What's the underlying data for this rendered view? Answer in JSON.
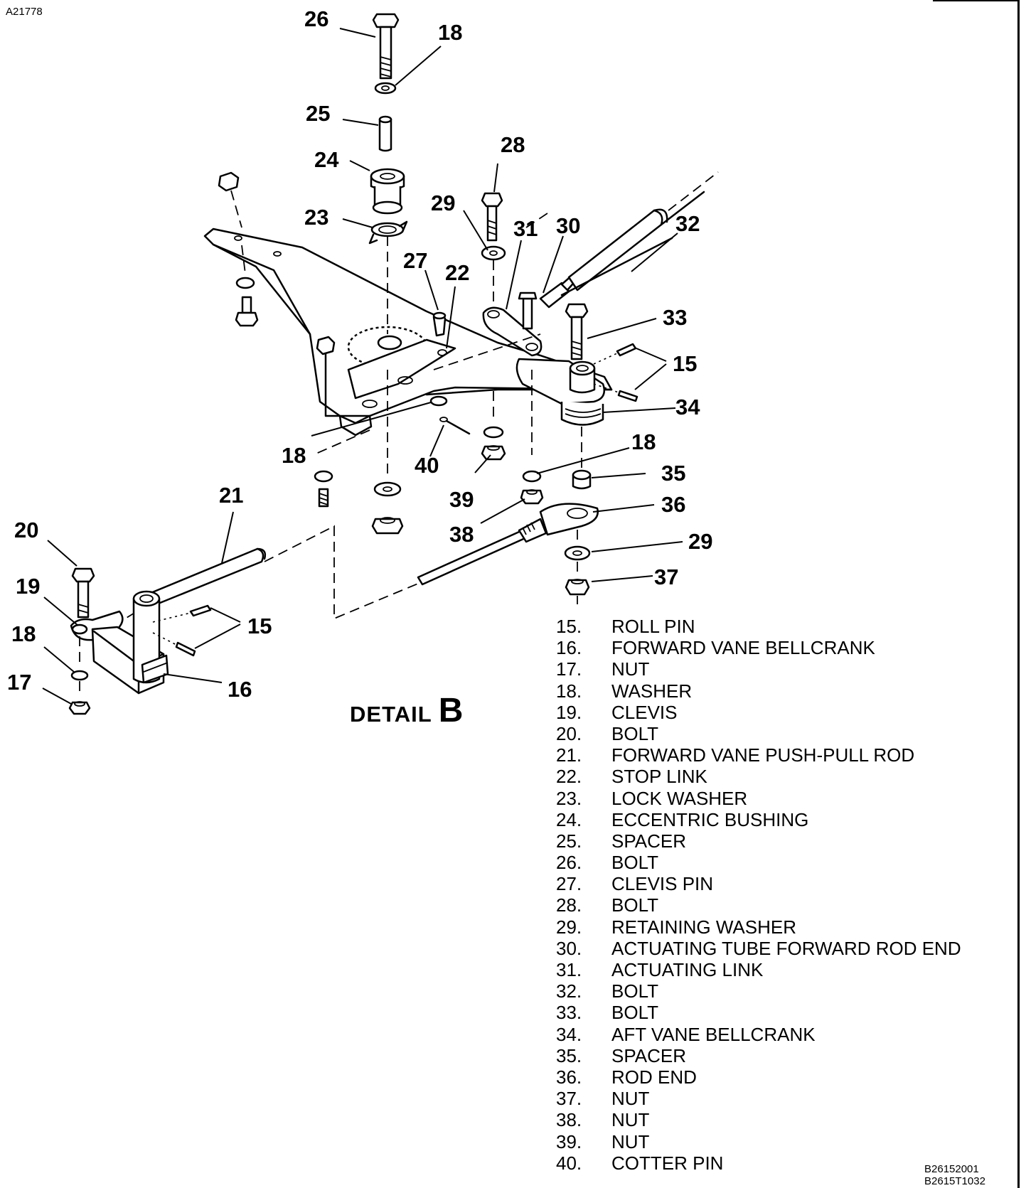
{
  "header": {
    "figure_id": "A21778"
  },
  "footer": {
    "code_1": "B26152001",
    "code_2": "B2615T1032"
  },
  "detail": {
    "word": "DETAIL",
    "letter": "B"
  },
  "callouts": {
    "c26": "26",
    "c18a": "18",
    "c25": "25",
    "c24": "24",
    "c23": "23",
    "c28": "28",
    "c29a": "29",
    "c31": "31",
    "c30": "30",
    "c32": "32",
    "c27": "27",
    "c22": "22",
    "c33": "33",
    "c15a": "15",
    "c34": "34",
    "c18b": "18",
    "c18c": "18",
    "c40": "40",
    "c35": "35",
    "c36": "36",
    "c39": "39",
    "c38": "38",
    "c21": "21",
    "c20": "20",
    "c29b": "29",
    "c37": "37",
    "c19": "19",
    "c15b": "15",
    "c18d": "18",
    "c17": "17",
    "c16": "16"
  },
  "legend": [
    {
      "num": "15.",
      "name": "ROLL PIN"
    },
    {
      "num": "16.",
      "name": "FORWARD VANE BELLCRANK"
    },
    {
      "num": "17.",
      "name": "NUT"
    },
    {
      "num": "18.",
      "name": "WASHER"
    },
    {
      "num": "19.",
      "name": "CLEVIS"
    },
    {
      "num": "20.",
      "name": "BOLT"
    },
    {
      "num": "21.",
      "name": "FORWARD VANE PUSH-PULL ROD"
    },
    {
      "num": "22.",
      "name": "STOP LINK"
    },
    {
      "num": "23.",
      "name": "LOCK WASHER"
    },
    {
      "num": "24.",
      "name": "ECCENTRIC BUSHING"
    },
    {
      "num": "25.",
      "name": "SPACER"
    },
    {
      "num": "26.",
      "name": "BOLT"
    },
    {
      "num": "27.",
      "name": "CLEVIS PIN"
    },
    {
      "num": "28.",
      "name": "BOLT"
    },
    {
      "num": "29.",
      "name": "RETAINING WASHER"
    },
    {
      "num": "30.",
      "name": "ACTUATING TUBE FORWARD ROD END"
    },
    {
      "num": "31.",
      "name": "ACTUATING LINK"
    },
    {
      "num": "32.",
      "name": "BOLT"
    },
    {
      "num": "33.",
      "name": "BOLT"
    },
    {
      "num": "34.",
      "name": "AFT VANE BELLCRANK"
    },
    {
      "num": "35.",
      "name": "SPACER"
    },
    {
      "num": "36.",
      "name": "ROD END"
    },
    {
      "num": "37.",
      "name": "NUT"
    },
    {
      "num": "38.",
      "name": "NUT"
    },
    {
      "num": "39.",
      "name": "NUT"
    },
    {
      "num": "40.",
      "name": "COTTER PIN"
    }
  ]
}
